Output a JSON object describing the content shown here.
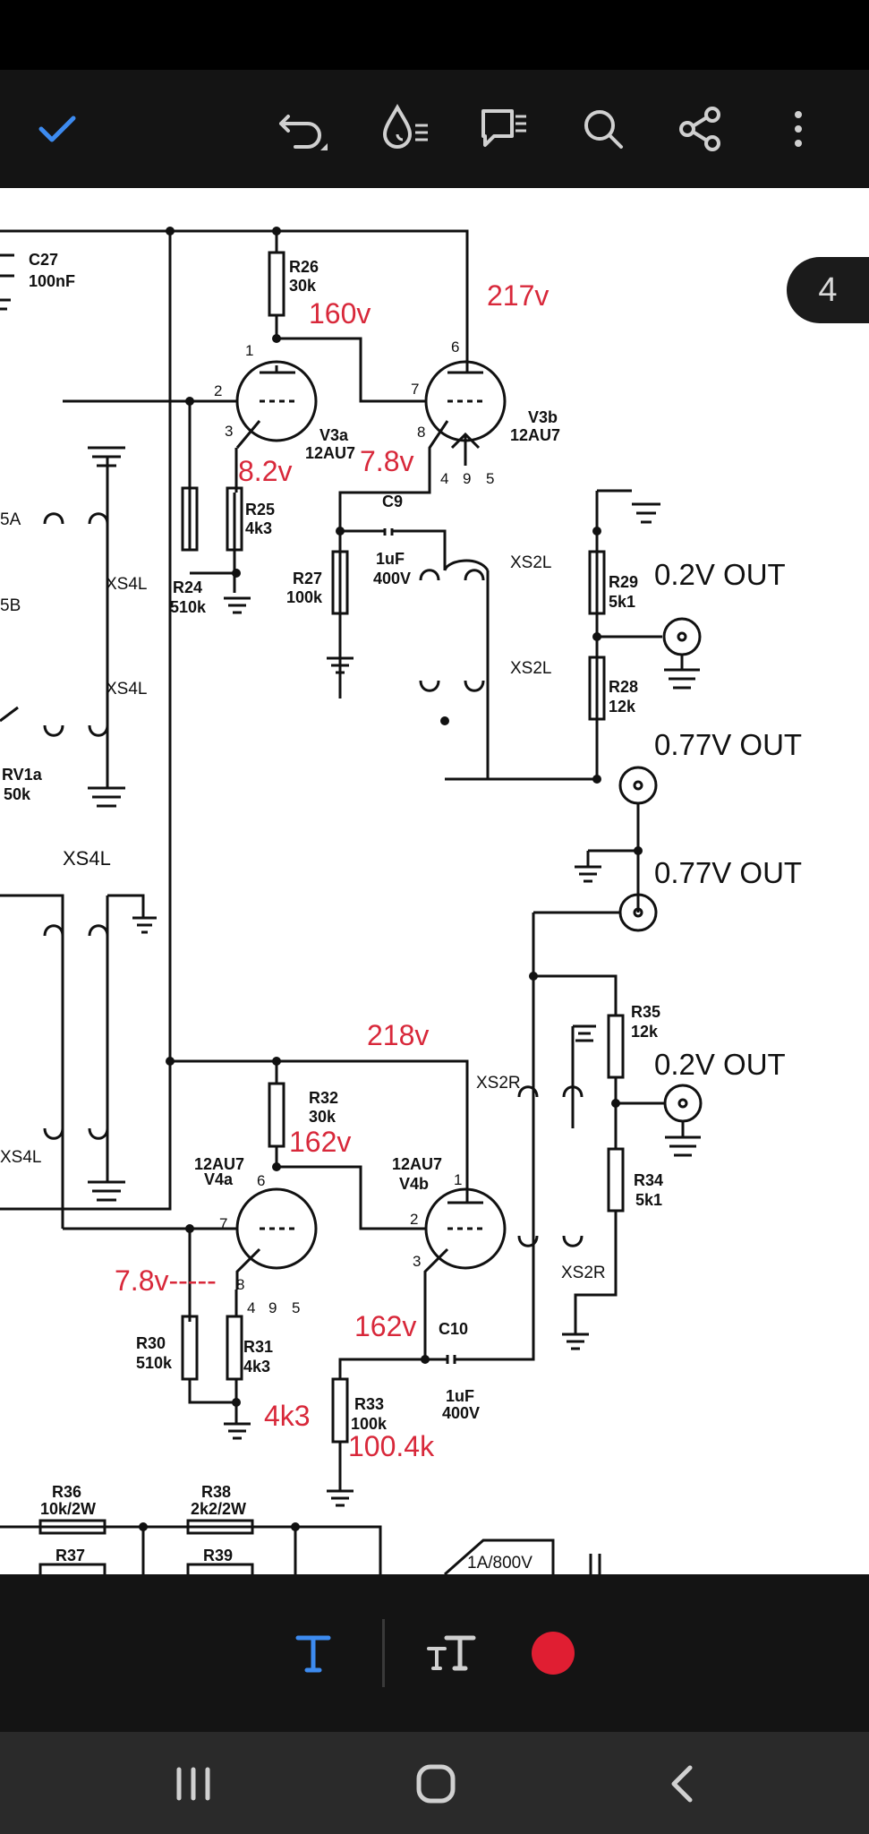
{
  "toolbar": {
    "done_icon": "checkmark-icon",
    "undo_icon": "undo-icon",
    "pen_icon": "pen-settings-icon",
    "annotation_icon": "comment-icon",
    "search_icon": "search-icon",
    "share_icon": "share-icon",
    "more_icon": "more-vertical-icon",
    "accent": "#3d8bf0"
  },
  "page_badge": "4",
  "schematic": {
    "annotation_color": "#d8283a",
    "components": {
      "c27": "C27",
      "c27_val": "100nF",
      "r26": "R26",
      "r26_val": "30k",
      "v3a": "V3a",
      "v3a_type": "12AU7",
      "v3b": "V3b",
      "v3b_type": "12AU7",
      "r25": "R25",
      "r25_val": "4k3",
      "r24": "R24",
      "r24_val": "510k",
      "r27": "R27",
      "r27_val": "100k",
      "c9": "C9",
      "c9_val": "1uF",
      "c9_volt": "400V",
      "r29": "R29",
      "r29_val": "5k1",
      "r28": "R28",
      "r28_val": "12k",
      "xs4l": "XS4L",
      "xs2l": "XS2L",
      "xs2r": "XS2R",
      "rv1a": "RV1a",
      "rv1a_val": "50k",
      "frag_5a": "5A",
      "frag_5b": "5B",
      "r32": "R32",
      "r32_val": "30k",
      "v4a": "V4a",
      "v4a_type": "12AU7",
      "v4b": "V4b",
      "v4b_type": "12AU7",
      "r30": "R30",
      "r30_val": "510k",
      "r31": "R31",
      "r31_val": "4k3",
      "c10": "C10",
      "c10_val": "1uF",
      "c10_volt": "400V",
      "r33": "R33",
      "r33_val": "100k",
      "r35": "R35",
      "r35_val": "12k",
      "r34": "R34",
      "r34_val": "5k1",
      "r36": "R36",
      "r36_val": "10k/2W",
      "r37": "R37",
      "r38": "R38",
      "r38_val": "2k2/2W",
      "r39": "R39",
      "bridge_val": "1A/800V",
      "pins": {
        "p1": "1",
        "p2": "2",
        "p3": "3",
        "p4": "4",
        "p5": "5",
        "p6": "6",
        "p7": "7",
        "p8": "8",
        "p9": "9"
      }
    },
    "outputs": {
      "out_top": "0.2V OUT",
      "out_mid1": "0.77V OUT",
      "out_mid2": "0.77V OUT",
      "out_bot": "0.2V OUT"
    },
    "annotations": {
      "v160": "160v",
      "v217": "217v",
      "v82": "8.2v",
      "v78_top": "7.8v",
      "v218": "218v",
      "v162_top": "162v",
      "v78_bot": "7.8v-----",
      "v162_bot": "162v",
      "r4k3": "4k3",
      "r1004": "100.4k"
    }
  },
  "bottom_tools": {
    "text_tool_icon": "text-tool-icon",
    "text_size_icon": "text-size-icon",
    "color": "#e01e32"
  },
  "nav": {
    "recents_icon": "recents-icon",
    "home_icon": "home-icon",
    "back_icon": "back-icon"
  }
}
